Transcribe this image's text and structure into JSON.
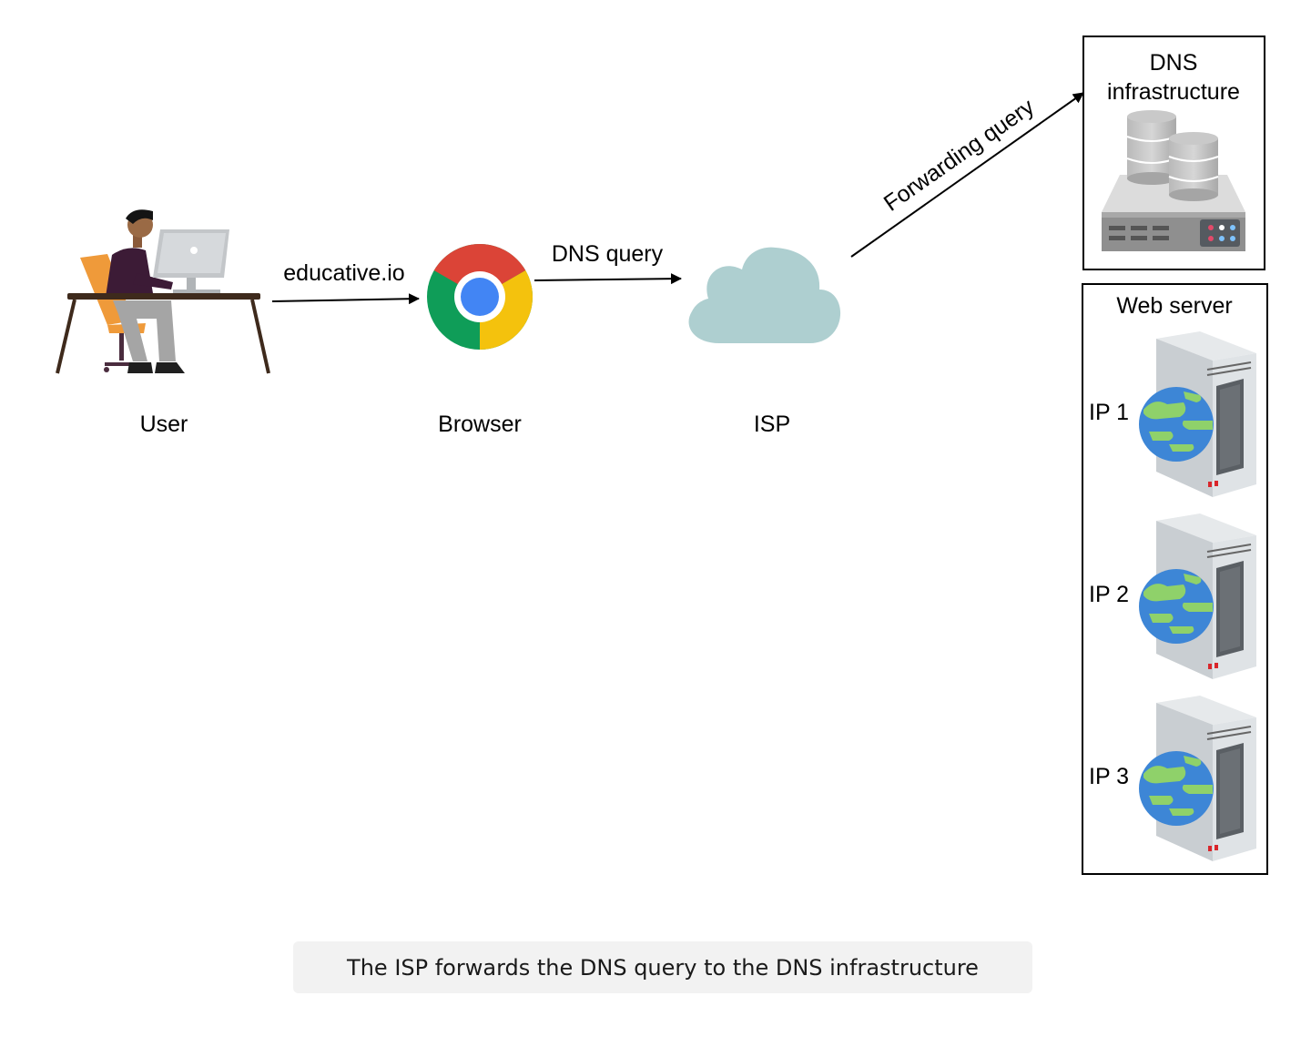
{
  "nodes": {
    "user": {
      "label": "User"
    },
    "browser": {
      "label": "Browser"
    },
    "isp": {
      "label": "ISP"
    },
    "dns": {
      "title_line1": "DNS",
      "title_line2": "infrastructure"
    },
    "web": {
      "title": "Web server"
    }
  },
  "edges": {
    "user_to_browser": {
      "label": "educative.io"
    },
    "browser_to_isp": {
      "label": "DNS query"
    },
    "isp_to_dns": {
      "label": "Forwarding query"
    }
  },
  "servers": [
    {
      "label": "IP 1"
    },
    {
      "label": "IP 2"
    },
    {
      "label": "IP 3"
    }
  ],
  "caption": "The ISP forwards the DNS query to the DNS infrastructure",
  "icons": {
    "user": "person-at-desk-icon",
    "browser": "chrome-icon",
    "isp": "cloud-icon",
    "dns": "database-server-icon",
    "web": "web-server-globe-icon"
  },
  "colors": {
    "chrome_red": "#db4437",
    "chrome_yellow": "#f4c20d",
    "chrome_green": "#0f9d58",
    "chrome_blue": "#4285f4",
    "cloud": "#aecfd0",
    "globe_water": "#3d86d6",
    "globe_land": "#8fd16a",
    "chair": "#ef9a3a"
  }
}
